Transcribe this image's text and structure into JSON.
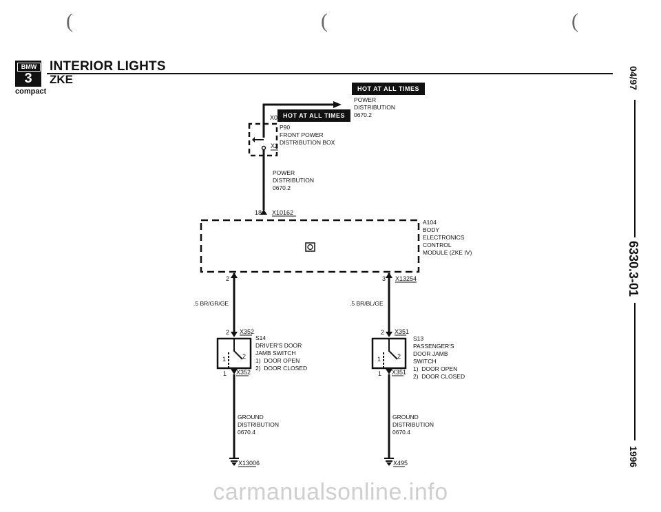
{
  "parens": [
    "(",
    "(",
    "("
  ],
  "header": {
    "logo_top": "BMW",
    "logo_num": "3",
    "logo_sub": "compact",
    "title": "INTERIOR LIGHTS",
    "subtitle": "ZKE"
  },
  "side": {
    "date": "04/97",
    "doc_number": "6330.3-01",
    "year": "1996"
  },
  "hot_labels": [
    "HOT AT ALL TIMES",
    "HOT AT ALL TIMES"
  ],
  "labels": {
    "power_dist_top": "POWER\nDISTRIBUTION\n0670.2",
    "x0": "X0",
    "p90": "P90\nFRONT POWER\nDISTRIBUTION BOX",
    "x2": "X2",
    "power_dist_mid": "POWER\nDISTRIBUTION\n0670.2",
    "pin18": "18",
    "x10162": "X10162",
    "a104": "A104\nBODY\nELECTRONICS\nCONTROL\nMODULE (ZKE IV)",
    "pin2_left": "2",
    "pin3_right": "3",
    "x13254": "X13254",
    "wire_left": ".5 BR/GR/GE",
    "wire_right": ".5 BR/BL/GE",
    "s14_pin_top": "2",
    "x352_top": "X352",
    "s14": "S14\nDRIVER'S DOOR\nJAMB SWITCH\n1)  DOOR OPEN\n2)  DOOR CLOSED",
    "s14_pos1": "1",
    "s14_pos2": "2",
    "s14_pin_bot": "1",
    "x352_bot": "X352",
    "s13_pin_top": "2",
    "x351_top": "X351",
    "s13": "S13\nPASSENGER'S\nDOOR JAMB\nSWITCH\n1)  DOOR OPEN\n2)  DOOR CLOSED",
    "s13_pos1": "1",
    "s13_pos2": "2",
    "s13_pin_bot": "1",
    "x351_bot": "X351",
    "ground_left": "GROUND\nDISTRIBUTION\n0670.4",
    "ground_right": "GROUND\nDISTRIBUTION\n0670.4",
    "x13006": "X13006",
    "x495": "X495"
  },
  "watermark": "carmanualsonline.info"
}
